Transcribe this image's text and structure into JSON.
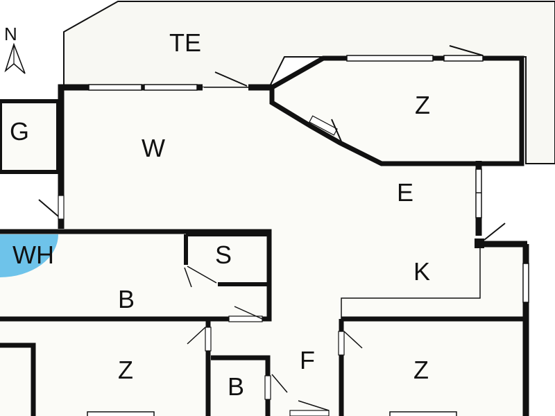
{
  "compass": {
    "label": "N"
  },
  "rooms": {
    "te": "TE",
    "z_top": "Z",
    "g": "G",
    "w": "W",
    "e": "E",
    "wh": "WH",
    "s": "S",
    "k": "K",
    "b_mid": "B",
    "f": "F",
    "z_bottom_left": "Z",
    "b_bottom": "B",
    "z_bottom_right": "Z"
  },
  "colors": {
    "wall": "#111111",
    "floor": "#fbfbf7",
    "terrace": "#f8f8f3",
    "hot_tub": "#6ec3ea",
    "window": "#ffffff"
  }
}
